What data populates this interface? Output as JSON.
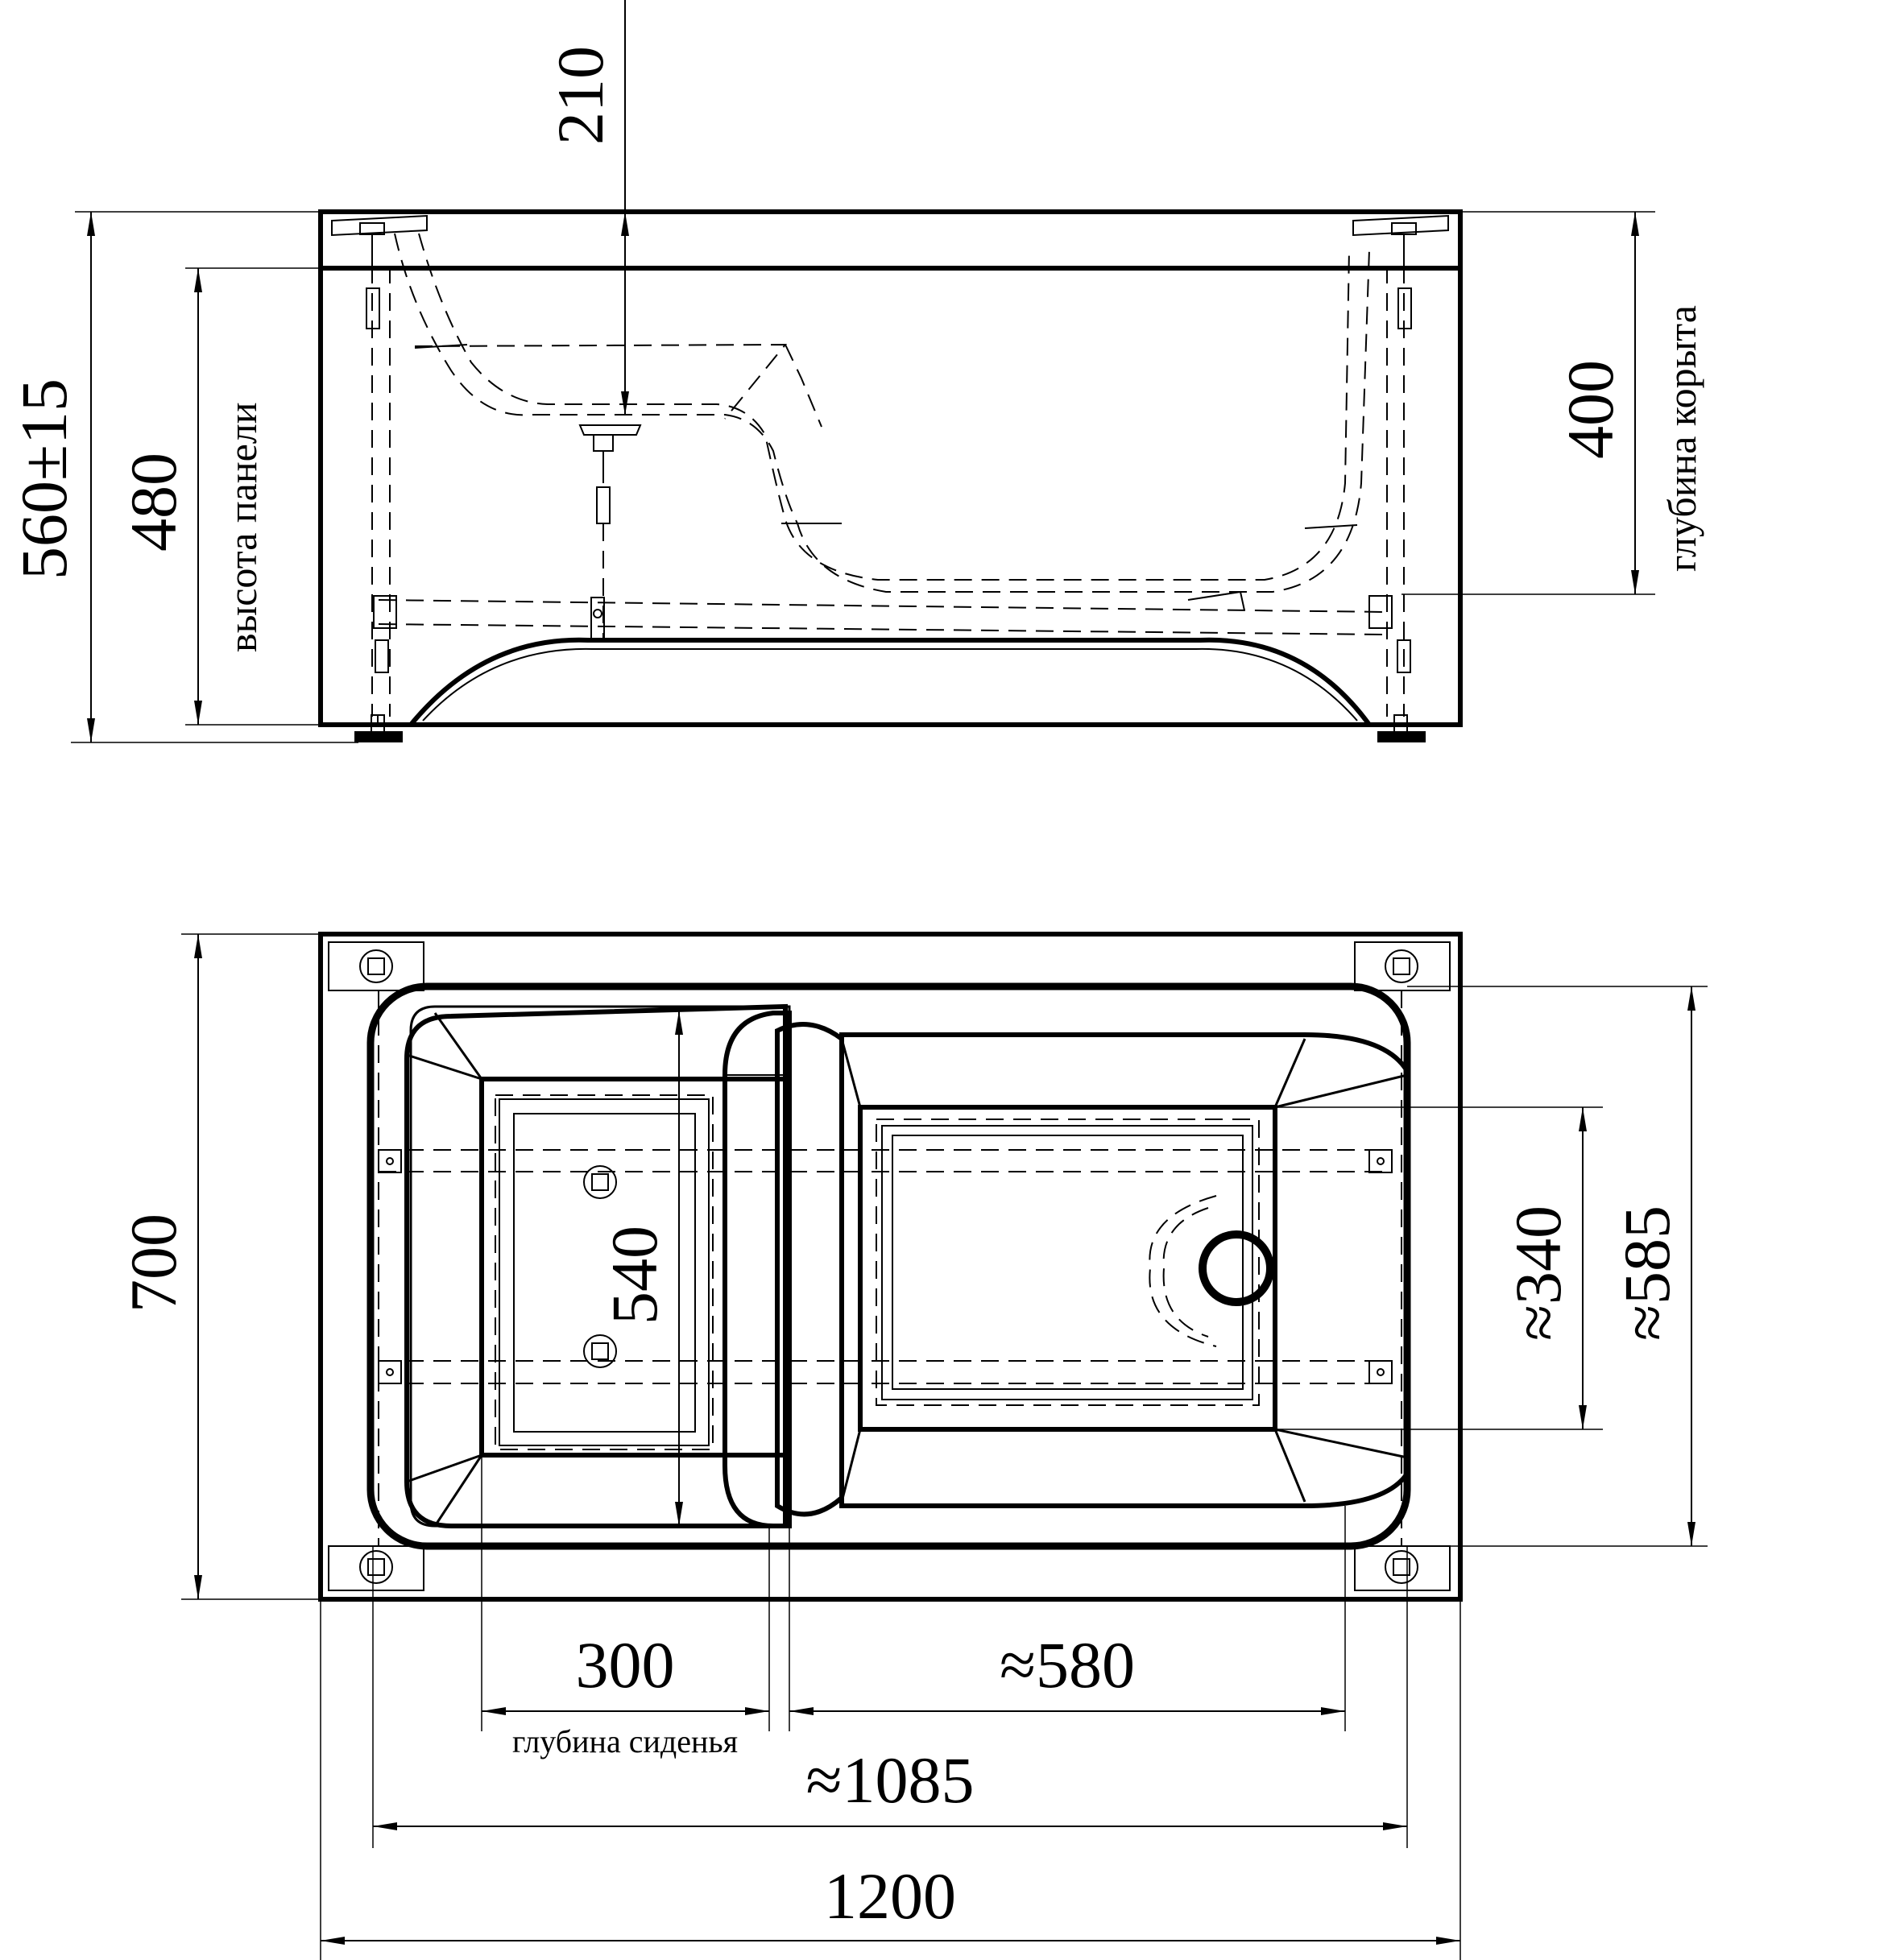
{
  "side_view": {
    "dim_210": "210",
    "dim_560": "560±15",
    "dim_480": "480",
    "label_panel_height": "высота панели",
    "dim_400": "400",
    "label_tub_depth": "глубина корыта"
  },
  "top_view": {
    "dim_700": "700",
    "dim_540": "540",
    "dim_340": "≈340",
    "dim_585": "≈585",
    "dim_300": "300",
    "label_seat_depth": "глубина сиденья",
    "dim_580": "≈580",
    "dim_1085": "≈1085",
    "dim_1200": "1200"
  }
}
